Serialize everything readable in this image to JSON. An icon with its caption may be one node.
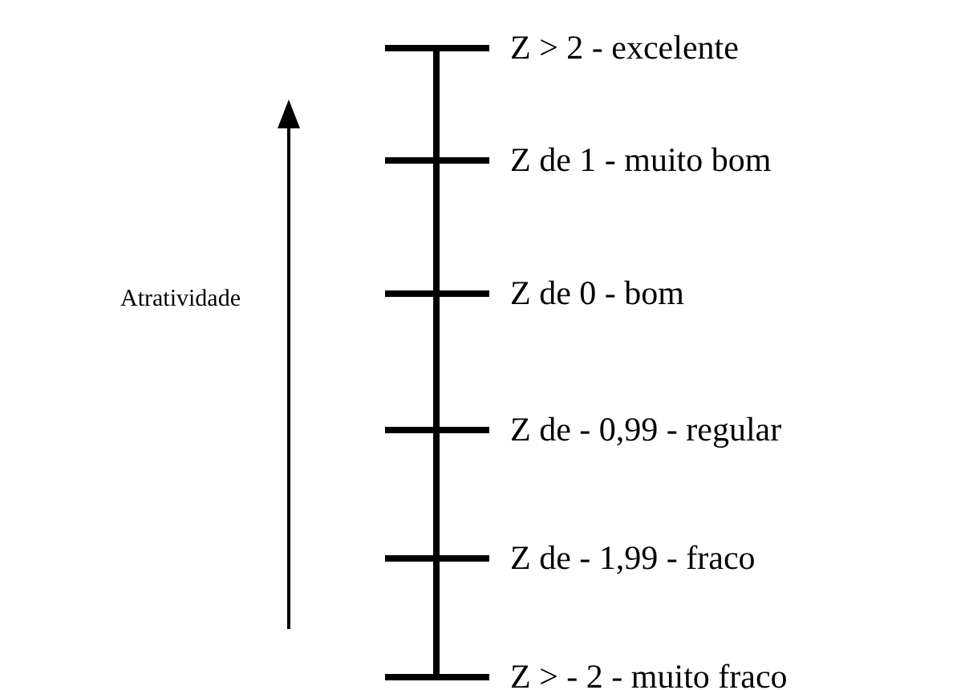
{
  "diagram": {
    "labels": [
      "Z > 2 - excelente",
      "Z de 1 - muito bom",
      "Atratividade",
      "Z de 0 - bom",
      "Z de - 0,99 - regular",
      "Z de - 1,99 - fraco",
      "Z > - 2 - muito fraco"
    ]
  }
}
